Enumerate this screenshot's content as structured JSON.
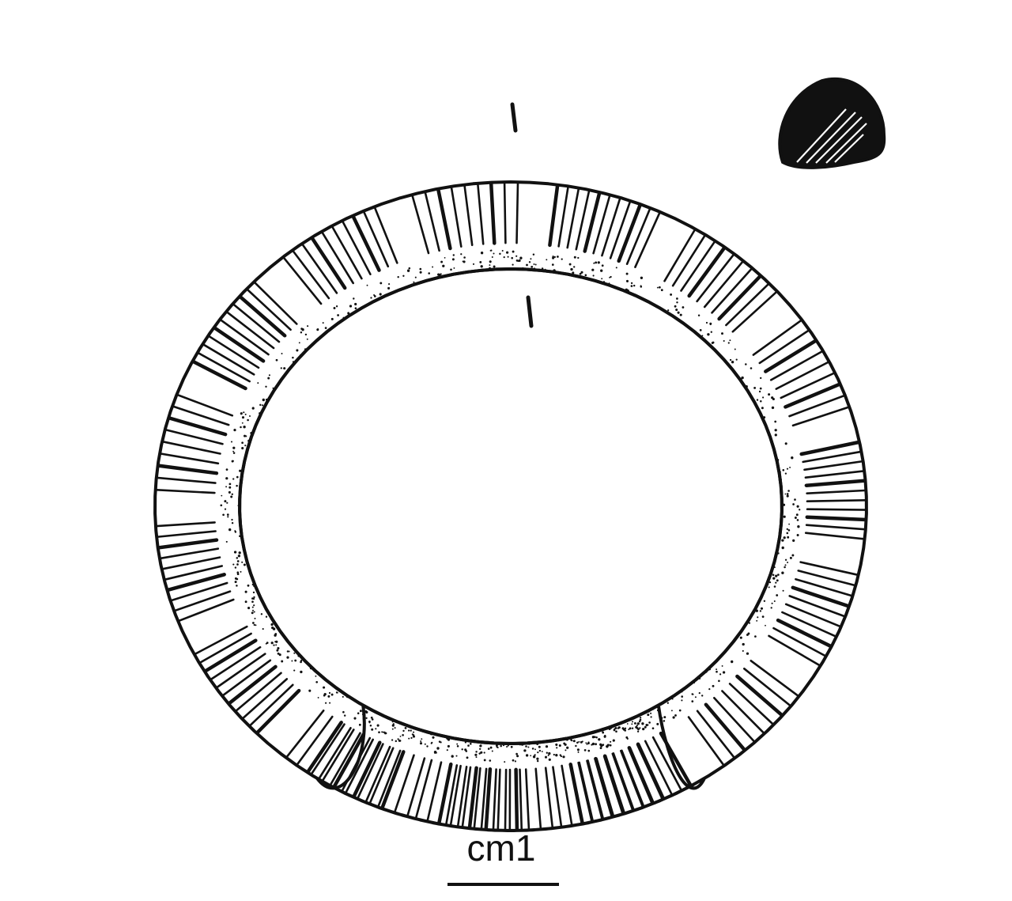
{
  "scale_bar": {
    "label": "cm1"
  },
  "colors": {
    "ink": "#111111",
    "paper": "#ffffff"
  },
  "bracelet": {
    "segments_ridged": 18,
    "section_view": "d-shaped-cross-section",
    "section_marks": "two-short-strokes-at-top"
  }
}
